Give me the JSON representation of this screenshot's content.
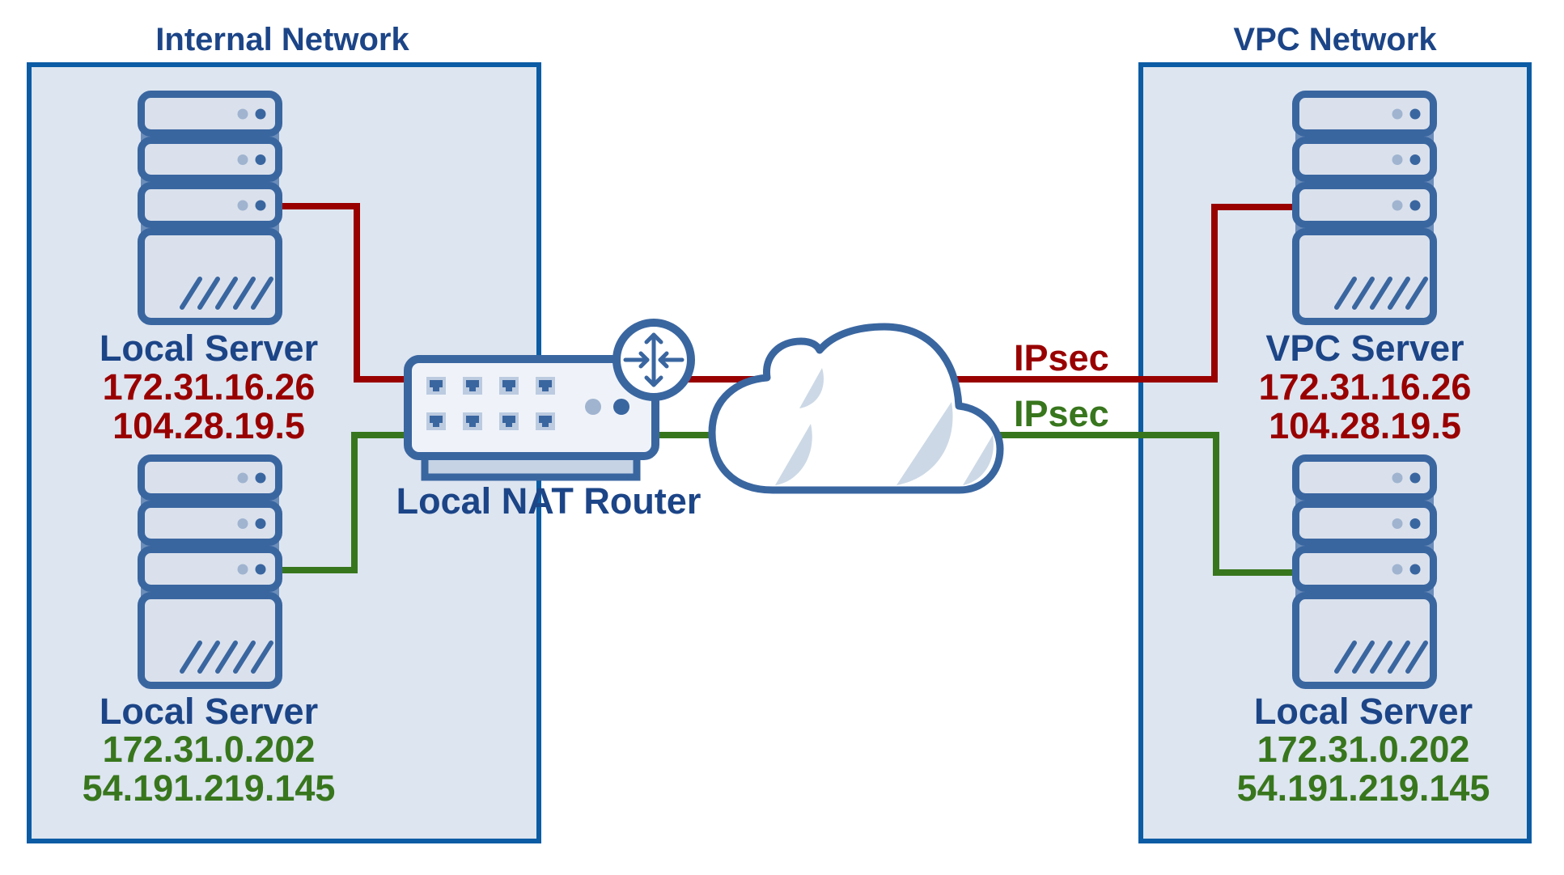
{
  "diagram": {
    "colors": {
      "title": "#1c4587",
      "zone_border": "#0b5ca4",
      "zone_fill": "#dde5f0",
      "icon_stroke": "#3a66a0",
      "tunnel_1": "#990000",
      "tunnel_2": "#38761d"
    },
    "zones": [
      {
        "title": "Internal Network",
        "servers": [
          {
            "icon": "server-icon",
            "name": "Local Server",
            "private_ip": "172.31.16.26",
            "public_ip": "104.28.19.5",
            "tunnel": "tunnel_1"
          },
          {
            "icon": "server-icon",
            "name": "Local Server",
            "private_ip": "172.31.0.202",
            "public_ip": "54.191.219.145",
            "tunnel": "tunnel_2"
          }
        ]
      },
      {
        "title": "VPC Network",
        "servers": [
          {
            "icon": "server-icon",
            "name": "VPC Server",
            "private_ip": "172.31.16.26",
            "public_ip": "104.28.19.5",
            "tunnel": "tunnel_1"
          },
          {
            "icon": "server-icon",
            "name": "Local Server",
            "private_ip": "172.31.0.202",
            "public_ip": "54.191.219.145",
            "tunnel": "tunnel_2"
          }
        ]
      }
    ],
    "router": {
      "icon": "router-icon",
      "label": "Local NAT Router",
      "ports": 8
    },
    "cloud": {
      "icon": "cloud-icon"
    },
    "tunnels": [
      {
        "label": "IPsec",
        "color": "tunnel_1"
      },
      {
        "label": "IPsec",
        "color": "tunnel_2"
      }
    ]
  }
}
